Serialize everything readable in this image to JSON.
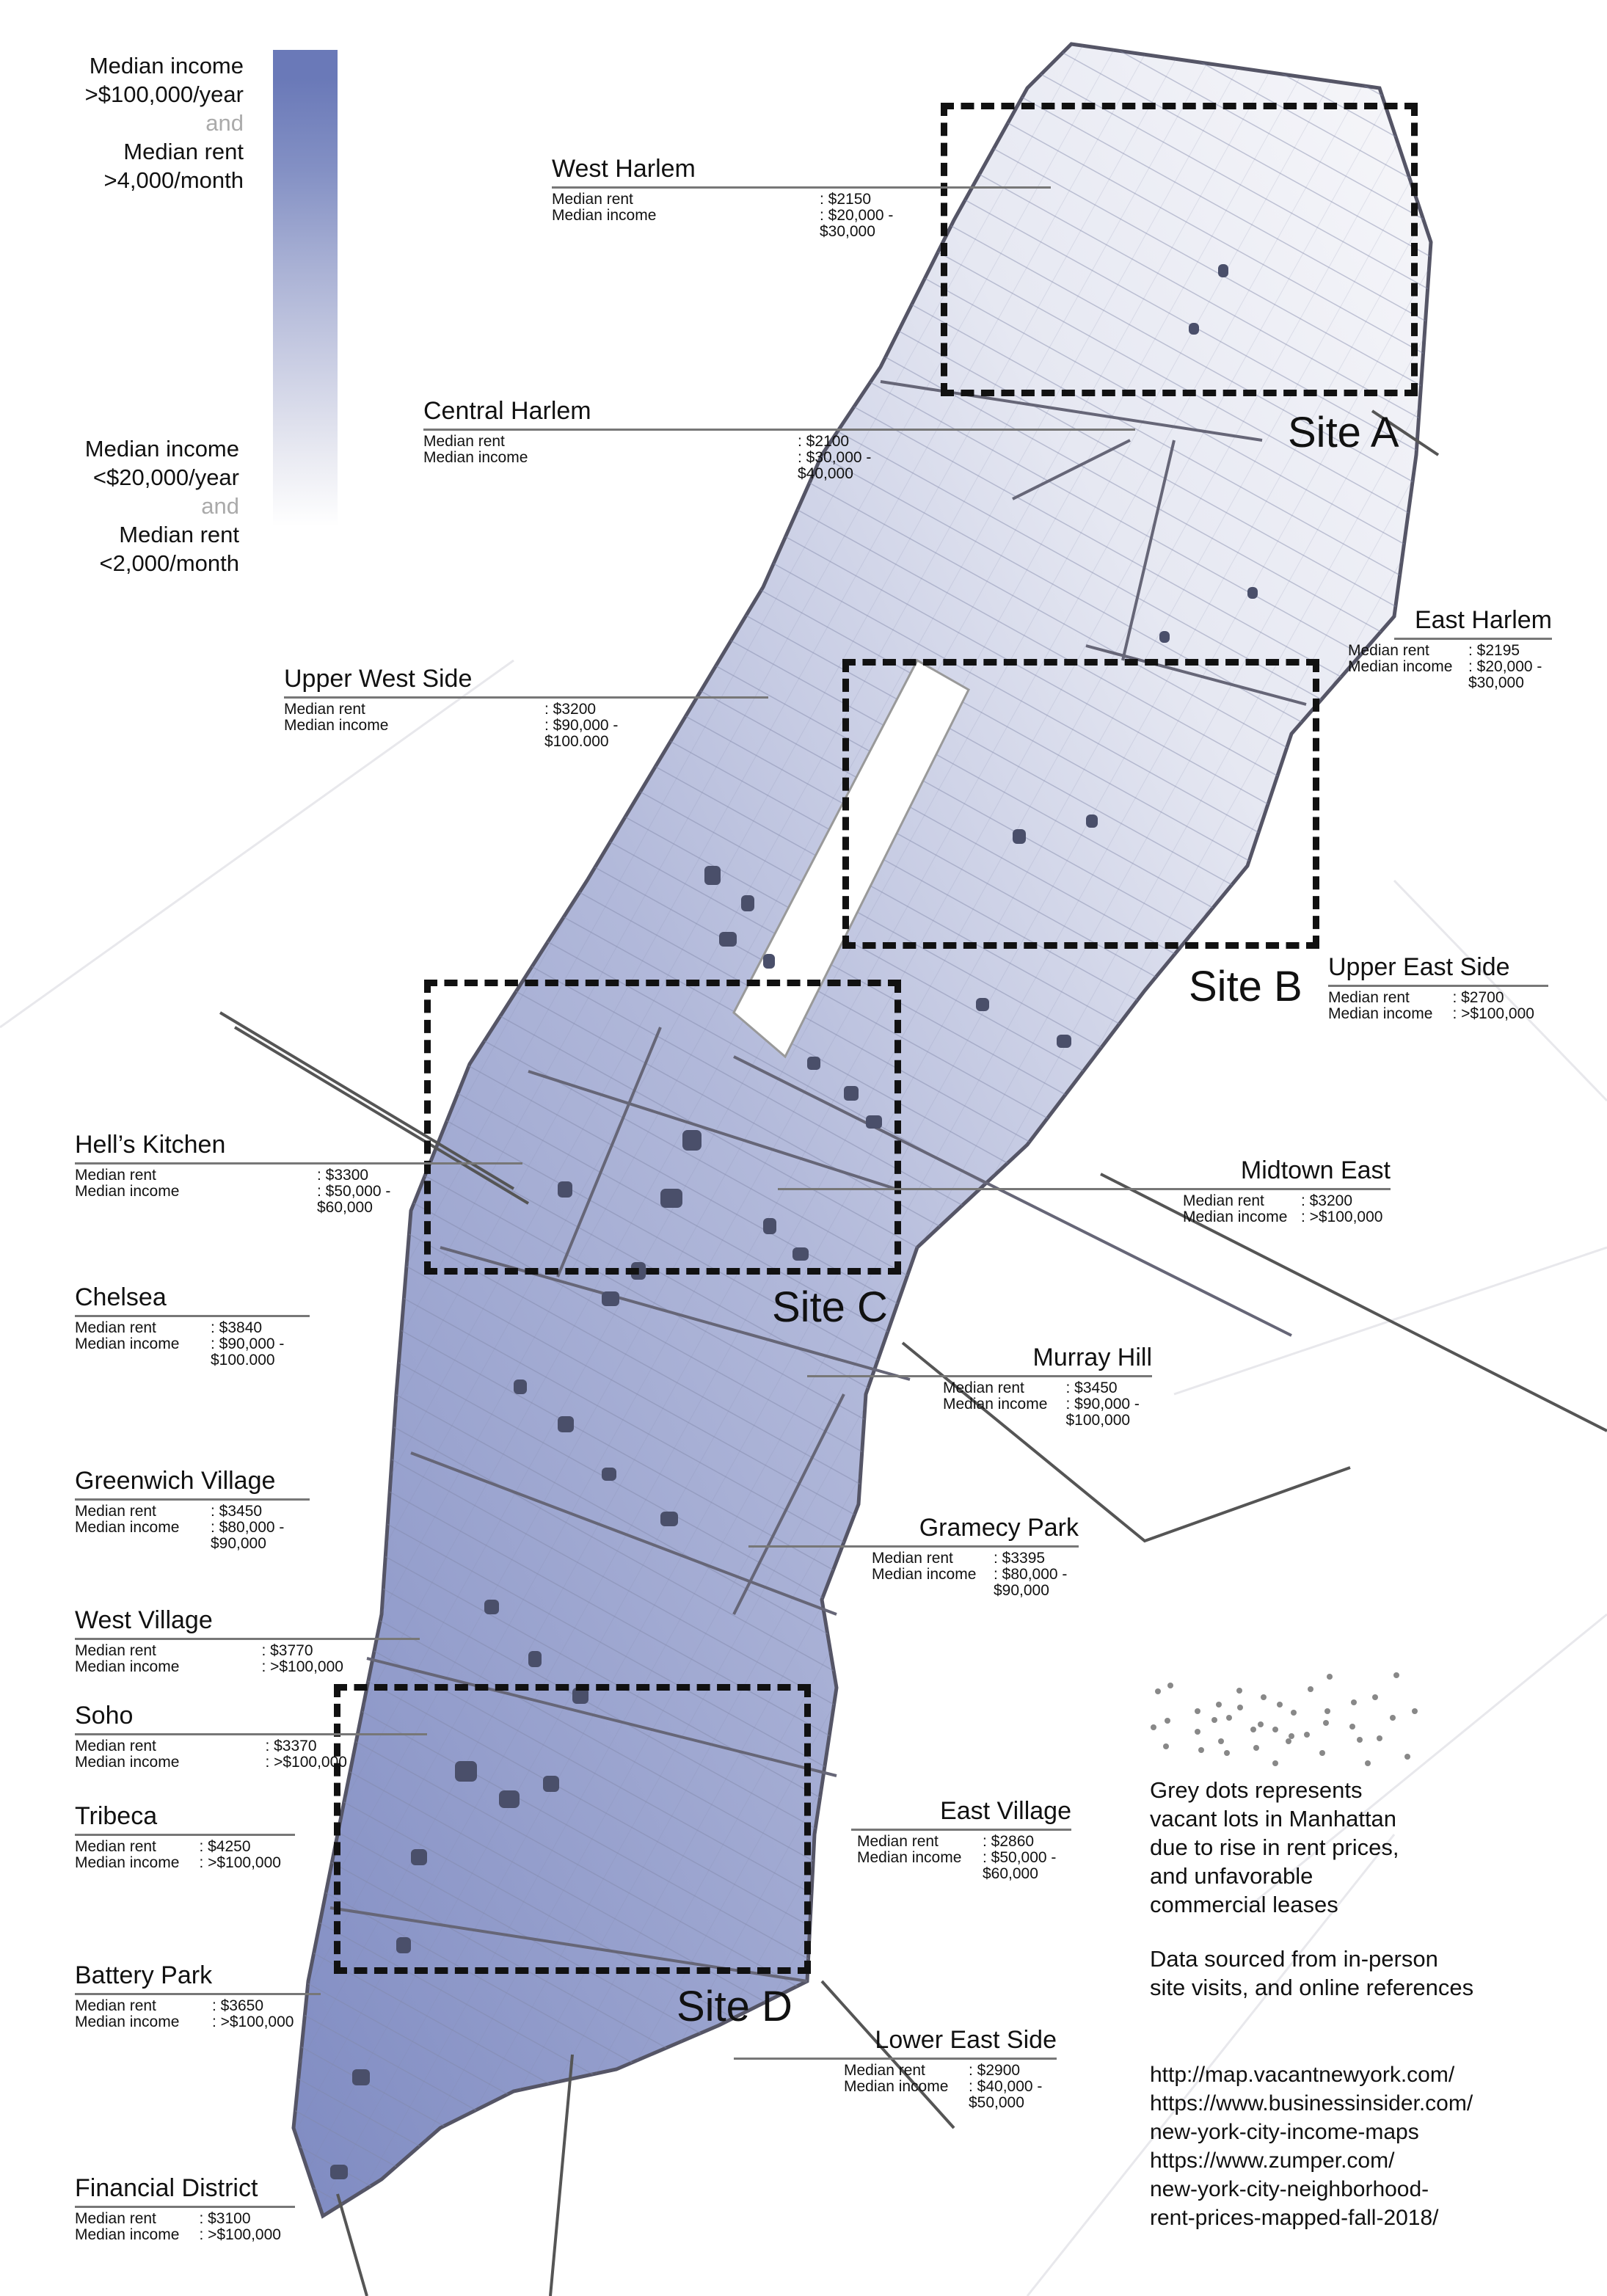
{
  "legend": {
    "high": {
      "line1": "Median income",
      "line2": ">$100,000/year",
      "and": "and",
      "line3": "Median rent",
      "line4": ">4,000/month"
    },
    "low": {
      "line1": "Median income",
      "line2": "<$20,000/year",
      "and": "and",
      "line3": "Median rent",
      "line4": "<2,000/month"
    },
    "gradient_colors": {
      "high": "#6a79b8",
      "low": "#ffffff"
    }
  },
  "labels": {
    "rent": "Median rent",
    "income": "Median income"
  },
  "neighborhoods": [
    {
      "name": "West Harlem",
      "rent": ": $2150",
      "income": ": $20,000 -",
      "income2": "$30,000"
    },
    {
      "name": "Central Harlem",
      "rent": ": $2100",
      "income": ": $30,000 -",
      "income2": "$40,000"
    },
    {
      "name": "East Harlem",
      "rent": ": $2195",
      "income": ": $20,000 -",
      "income2": "$30,000"
    },
    {
      "name": "Upper West Side",
      "rent": ": $3200",
      "income": ": $90,000 -",
      "income2": "$100.000"
    },
    {
      "name": "Upper East Side",
      "rent": ": $2700",
      "income": ": >$100,000",
      "income2": ""
    },
    {
      "name": "Hell’s Kitchen",
      "rent": ": $3300",
      "income": ": $50,000 -",
      "income2": "$60,000"
    },
    {
      "name": "Midtown East",
      "rent": ": $3200",
      "income": ": >$100,000",
      "income2": ""
    },
    {
      "name": "Chelsea",
      "rent": ": $3840",
      "income": ": $90,000 -",
      "income2": "$100.000"
    },
    {
      "name": "Murray Hill",
      "rent": ": $3450",
      "income": ": $90,000 -",
      "income2": "$100,000"
    },
    {
      "name": "Greenwich Village",
      "rent": ": $3450",
      "income": ": $80,000 -",
      "income2": "$90,000"
    },
    {
      "name": "Gramecy Park",
      "rent": ": $3395",
      "income": ": $80,000 -",
      "income2": "$90,000"
    },
    {
      "name": "West Village",
      "rent": ": $3770",
      "income": ": >$100,000",
      "income2": ""
    },
    {
      "name": "Soho",
      "rent": ": $3370",
      "income": ": >$100,000",
      "income2": ""
    },
    {
      "name": "Tribeca",
      "rent": ": $4250",
      "income": ": >$100,000",
      "income2": ""
    },
    {
      "name": "East Village",
      "rent": ": $2860",
      "income": ": $50,000 -",
      "income2": "$60,000"
    },
    {
      "name": "Battery Park",
      "rent": ": $3650",
      "income": ": >$100,000",
      "income2": ""
    },
    {
      "name": "Lower East Side",
      "rent": ": $2900",
      "income": ": $40,000 -",
      "income2": "$50,000"
    },
    {
      "name": "Financial District",
      "rent": ": $3100",
      "income": ": >$100,000",
      "income2": ""
    }
  ],
  "sites": [
    {
      "label": "Site A"
    },
    {
      "label": "Site B"
    },
    {
      "label": "Site C"
    },
    {
      "label": "Site D"
    }
  ],
  "notes": {
    "dots_description": [
      "Grey dots represents",
      "vacant lots in Manhattan",
      "due to rise in rent prices,",
      "and unfavorable",
      "commercial leases"
    ],
    "data_source": [
      "Data sourced from in-person",
      "site visits, and online references"
    ],
    "sources": [
      "http://map.vacantnewyork.com/",
      "https://www.businessinsider.com/",
      "new-york-city-income-maps",
      "https://www.zumper.com/",
      "new-york-city-neighborhood-",
      "rent-prices-mapped-fall-2018/"
    ]
  },
  "colors": {
    "map_fill_high": "#8e98c8",
    "map_fill_low": "#f4f4f8",
    "road": "#555566",
    "site_box": "#111111",
    "vacant_lot": "#4a4f6a"
  }
}
